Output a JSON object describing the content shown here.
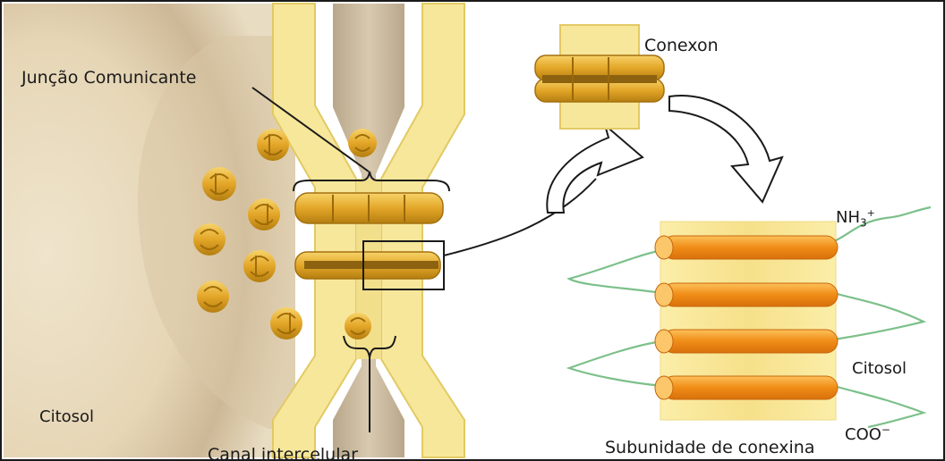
{
  "labels": {
    "gap_junction": "Junção Comunicante",
    "connexon": "Conexon",
    "cytosol_left": "Citosol",
    "intercellular_channel": "Canal intercelular",
    "nh3": "NH",
    "nh3_sub": "3",
    "nh3_sup": "+",
    "cytosol_right": "Citosol",
    "coo": "COO",
    "coo_sup": "−",
    "connexin_subunit": "Subunidade de conexina"
  },
  "colors": {
    "membrane": "#f7e79a",
    "membrane_edge": "#e6cf6e",
    "cytosol_bg": "#e9dcc0",
    "protein": "#e8b02c",
    "protein_dark": "#b98512",
    "helix": "#f39a1e",
    "helix_light": "#fcc66a",
    "loop": "#7cc08a"
  }
}
